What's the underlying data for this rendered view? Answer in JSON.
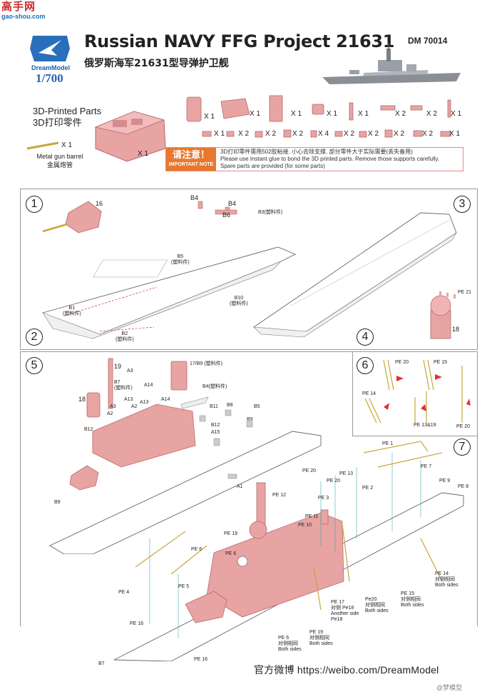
{
  "watermark": {
    "brand": "高手网",
    "url": "gao-shou.com"
  },
  "header": {
    "logo_text": "DreamModel",
    "scale": "1/700",
    "title": "Russian NAVY FFG Project 21631",
    "title_cn": "俄罗斯海军21631型导弹护卫舰",
    "code": "DM 70014"
  },
  "parts": {
    "title_en": "3D-Printed Parts",
    "title_cn": "3D打印零件",
    "hull_qty": "X 1",
    "barrel_qty": "X 1",
    "barrel_en": "Metal gun barrel",
    "barrel_cn": "金属炮管",
    "row1_qty": [
      "X 1",
      "X 1",
      "X 1",
      "X 1",
      "X 1",
      "X 2",
      "X 2",
      "X 1"
    ],
    "row2_qty": [
      "X 1",
      "X 2",
      "X 2",
      "X 2",
      "X 4",
      "X 2",
      "X 2",
      "X 2",
      "X 2",
      "X 1"
    ]
  },
  "notice": {
    "badge_cn": "请注意！",
    "badge_en": "IMPORTANT NOTE",
    "line1": "3D打印零件需用502胶粘接, 小心去除支撑, 部分零件大于实际需要(丢失备用)",
    "line2": "Please use Instant glue to bond the 3D printed parts. Remove those supports carefully.",
    "line3": "Spare parts are provided (for some parts)"
  },
  "steps": [
    "1",
    "2",
    "3",
    "4",
    "5",
    "6",
    "7"
  ],
  "step12_labels": {
    "b4a": "B4",
    "b4b": "B4",
    "b6": "B6",
    "b3": "B3(塑料件)",
    "p16": "16",
    "b5": "B5",
    "b5cn": "(塑料件)",
    "b1": "B1",
    "b1cn": "(塑料件)",
    "b2": "B2",
    "b2cn": "(塑料件)",
    "b10": "B10",
    "b10cn": "(塑料件)"
  },
  "step34_labels": {
    "pe21": "PE 21",
    "p18": "18"
  },
  "step5_labels": {
    "p19": "19",
    "p17": "17/B9 (塑料件)",
    "a3": "A3",
    "b7": "B7",
    "b7cn": "(塑料件)",
    "a14a": "A14",
    "a14b": "A14",
    "b4": "B4(塑料件)",
    "p18": "18",
    "a13a": "A13",
    "a13b": "A13",
    "a2a": "A2",
    "a2b": "A2",
    "a3b": "A3",
    "b12a": "B12",
    "b11": "B11",
    "b8": "B8",
    "b5": "B5",
    "b9a": "B9",
    "b12b": "B12",
    "a15": "A15",
    "b9b": "B9",
    "a1": "A1"
  },
  "step6_labels": {
    "pe20a": "PE 20",
    "pe15": "PE 15",
    "pe14": "PE 14",
    "pe1319": "PE 13&19",
    "pe20b": "PE 20"
  },
  "step7_labels": {
    "pe1": "PE 1",
    "pe7": "PE 7",
    "pe9": "PE 9",
    "pe8": "PE 8",
    "pe20a": "PE 20",
    "pe20b": "PE 20",
    "pe13": "PE 13",
    "pe2": "PE 2",
    "pe3": "PE 3",
    "pe12": "PE 12",
    "pe11": "PE 11",
    "pe10": "PE 10",
    "pe19a": "PE 19",
    "pe6a": "PE 6",
    "pe6b": "PE 6",
    "pe5": "PE 5",
    "pe4": "PE 4",
    "pe16a": "PE 16",
    "pe16b": "PE 16",
    "b7": "B7",
    "pe14": "PE 14",
    "pe14cn": "对侧相同",
    "pe14en": "Both sides",
    "pe15": "PE 15",
    "pe15cn": "对侧相同",
    "pe15en": "Both sides",
    "pe20c": "Pe20",
    "pe20ccn": "对侧相同",
    "pe20cen": "Both sides",
    "pe17": "PE 17",
    "pe17cn": "对侧 Pe18",
    "pe17en": "Another side",
    "pe17b": "Pe18",
    "pe6c": "PE 6",
    "pe6ccn": "对侧相同",
    "pe6cen": "Both sides",
    "pe19b": "PE 19",
    "pe19bcn": "对侧相同",
    "pe19ben": "Both sides"
  },
  "footer": {
    "label": "官方微博",
    "url": "https://weibo.com/DreamModel"
  },
  "weibo_wm": "@梦模型",
  "colors": {
    "accent": "#e8782d",
    "part_pink": "#e8a3a3",
    "part_pink_dark": "#c97878",
    "blue": "#2a63b0"
  }
}
